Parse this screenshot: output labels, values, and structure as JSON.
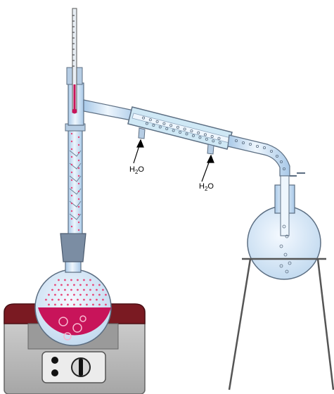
{
  "diagram": {
    "labels": {
      "water_in_left": {
        "pre": "H",
        "sub": "2",
        "post": "O"
      },
      "water_in_right": {
        "pre": "H",
        "sub": "2",
        "post": "O"
      }
    },
    "colors": {
      "glass_fill": "#cfe4f7",
      "glass_stroke": "#5c6e82",
      "liquid": "#c8145a",
      "vapor_dot": "#e8487a",
      "heater_body": "#b4b4b4",
      "heater_rim": "#8c1b22",
      "stand": "#555555"
    }
  }
}
